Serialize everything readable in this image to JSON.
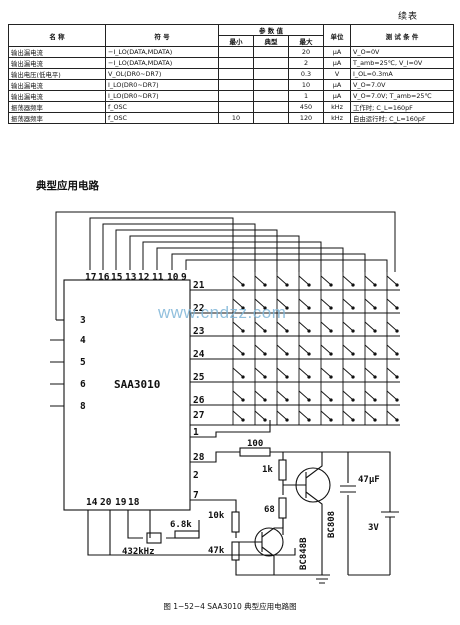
{
  "header": {
    "continued": "续表"
  },
  "table": {
    "headers": {
      "name": "名 称",
      "symbol": "符 号",
      "params": "参 数 值",
      "min": "最小",
      "typ": "典型",
      "max": "最大",
      "unit": "单位",
      "cond": "测 试 条 件"
    },
    "rows": [
      {
        "name": "输出漏电流",
        "symbol": "−I_LO(DATA,MDATA)",
        "min": "",
        "typ": "",
        "max": "20",
        "unit": "μA",
        "cond": "V_O=0V"
      },
      {
        "name": "输出漏电流",
        "symbol": "−I_LO(DATA,MDATA)",
        "min": "",
        "typ": "",
        "max": "2",
        "unit": "μA",
        "cond": "T_amb=25℃, V_I=0V"
      },
      {
        "name": "输出电压(低电平)",
        "symbol": "V_OL(DR0~DR7)",
        "min": "",
        "typ": "",
        "max": "0.3",
        "unit": "V",
        "cond": "I_OL=0.3mA"
      },
      {
        "name": "输出漏电流",
        "symbol": "I_LO(DR0~DR7)",
        "min": "",
        "typ": "",
        "max": "10",
        "unit": "μA",
        "cond": "V_O=7.0V"
      },
      {
        "name": "输出漏电流",
        "symbol": "I_LO(DR0~DR7)",
        "min": "",
        "typ": "",
        "max": "1",
        "unit": "μA",
        "cond": "V_O=7.0V; T_amb=25℃"
      },
      {
        "name": "振荡器频率",
        "symbol": "f_OSC",
        "min": "",
        "typ": "",
        "max": "450",
        "unit": "kHz",
        "cond": "工作时; C_L=160pF"
      },
      {
        "name": "振荡器频率",
        "symbol": "f_OSC",
        "min": "10",
        "typ": "",
        "max": "120",
        "unit": "kHz",
        "cond": "自由运行时; C_L=160pF"
      }
    ]
  },
  "section_title": "典型应用电路",
  "circuit": {
    "chip_label": "SAA3010",
    "top_pins": [
      "17",
      "16",
      "15",
      "13",
      "12",
      "11",
      "10",
      "9"
    ],
    "left_pins": [
      "3",
      "4",
      "5",
      "6",
      "8"
    ],
    "right_pins": [
      "21",
      "22",
      "23",
      "24",
      "25",
      "26",
      "27",
      "1",
      "28",
      "2",
      "7"
    ],
    "bottom_pins": [
      "14",
      "20",
      "19",
      "18"
    ],
    "r1": "100",
    "r2": "1k",
    "r3": "68",
    "r4": "10k",
    "r5": "47k",
    "r6": "6.8k",
    "crystal": "432kHz",
    "cap": "47μF",
    "battery": "3V",
    "q1": "BC808",
    "q2": "BC848B"
  },
  "watermark": "www.cndzz.com",
  "caption": "图 1−52−4  SAA3010 典型应用电路图"
}
